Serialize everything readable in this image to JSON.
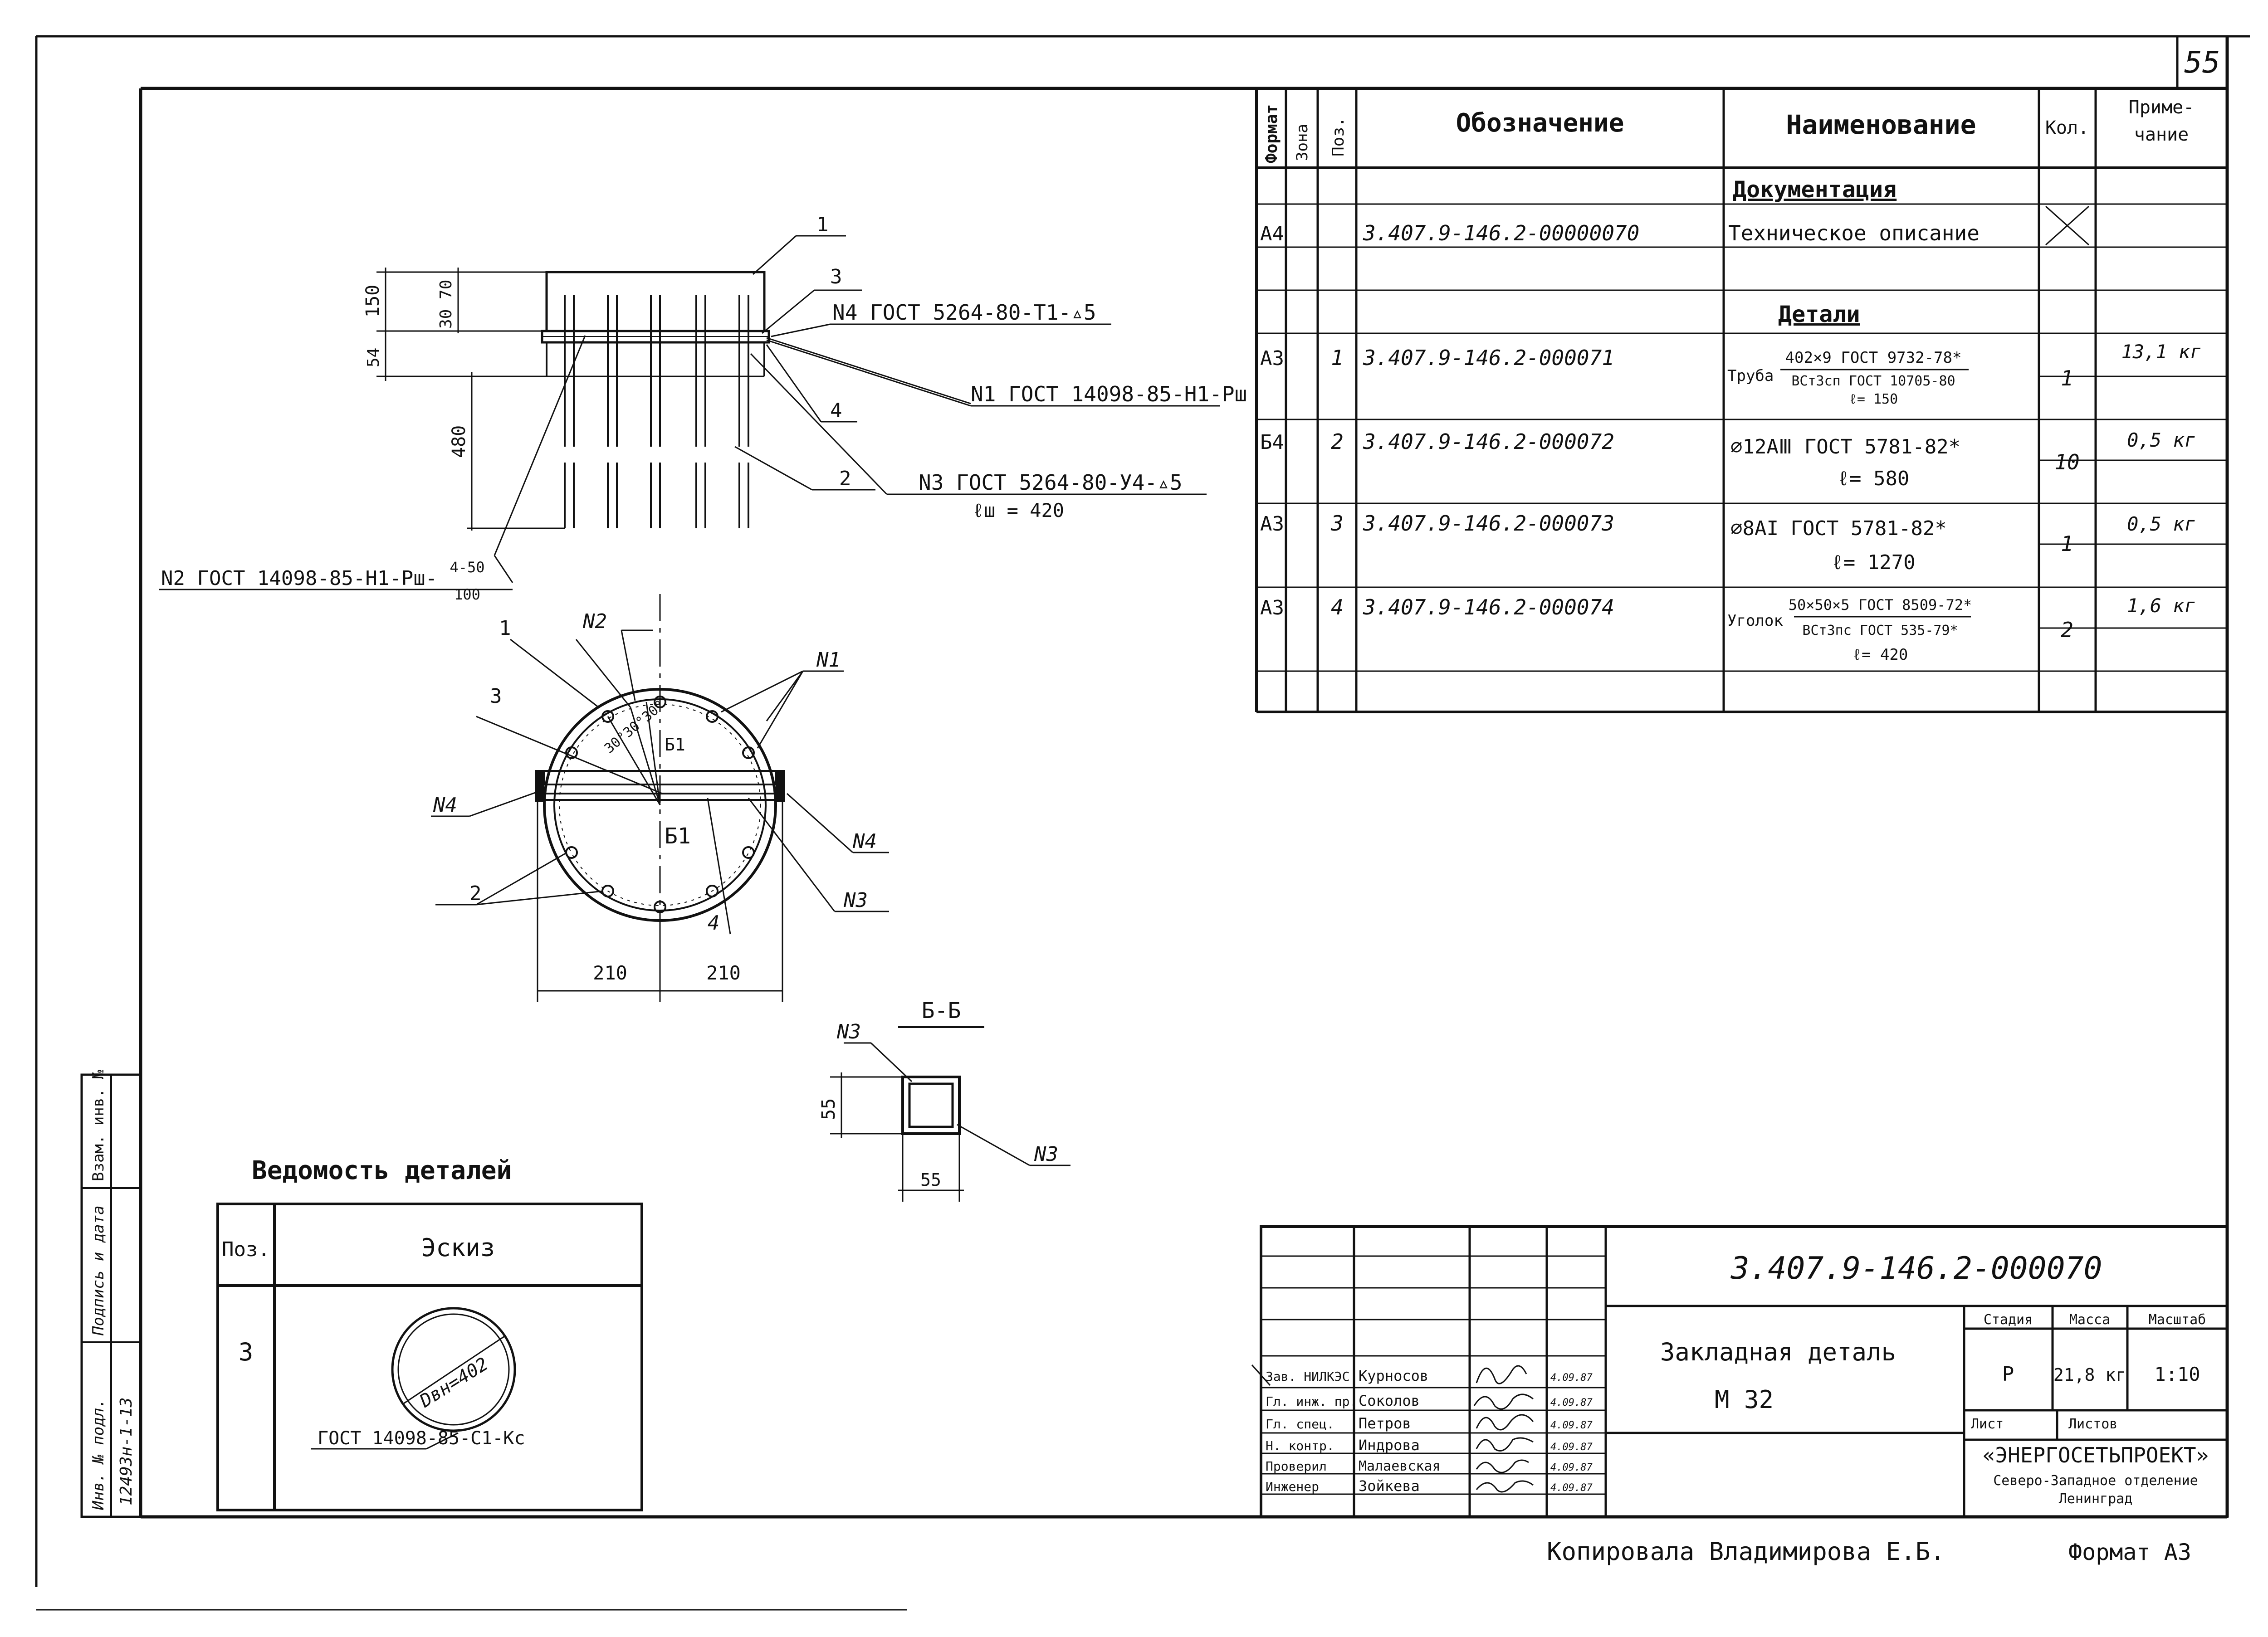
{
  "sheet_number": "55",
  "spec_table": {
    "headers": {
      "format": "Формат",
      "zone": "Зона",
      "pos": "Поз.",
      "designation": "Обозначение",
      "name": "Наименование",
      "qty": "Кол.",
      "note_line1": "Приме-",
      "note_line2": "чание"
    },
    "section_documentation": "Документация",
    "section_details": "Детали",
    "rows": [
      {
        "format": "А4",
        "pos": "",
        "designation": "3.407.9-146.2-00000070",
        "name": "Техническое описание",
        "qty": "",
        "note": ""
      },
      {
        "format": "А3",
        "pos": "1",
        "designation": "3.407.9-146.2-000071",
        "name_prefix": "Труба",
        "name_top": "402×9 ГОСТ 9732-78*",
        "name_bottom": "ВСт3сп ГОСТ 10705-80",
        "name_line3": "ℓ= 150",
        "qty": "1",
        "note": "13,1 кг"
      },
      {
        "format": "Б4",
        "pos": "2",
        "designation": "3.407.9-146.2-000072",
        "name": "⌀12АⅢ  ГОСТ 5781-82*",
        "name_line2": "ℓ= 580",
        "qty": "10",
        "note": "0,5 кг"
      },
      {
        "format": "А3",
        "pos": "3",
        "designation": "3.407.9-146.2-000073",
        "name": "⌀8АI  ГОСТ 5781-82*",
        "name_line2": "ℓ= 1270",
        "qty": "1",
        "note": "0,5 кг"
      },
      {
        "format": "А3",
        "pos": "4",
        "designation": "3.407.9-146.2-000074",
        "name_prefix": "Уголок",
        "name_top": "50×50×5 ГОСТ 8509-72*",
        "name_bottom": "ВСт3пс ГОСТ 535-79*",
        "name_line3": "ℓ= 420",
        "qty": "2",
        "note": "1,6 кг"
      }
    ]
  },
  "elevation": {
    "dims": {
      "d150": "150",
      "d3070": "30 70",
      "d54": "54",
      "d480": "480"
    },
    "callouts": {
      "c1": "1",
      "c3": "3",
      "c4": "4",
      "c2": "2",
      "n4": "N4 ГОСТ 5264-80-Т1-▵5",
      "n1": "N1 ГОСТ 14098-85-Н1-Рш",
      "n3": "N3 ГОСТ 5264-80-У4-▵5",
      "n3_sub": "ℓш = 420",
      "n2": "N2 ГОСТ 14098-85-Н1-Рш-",
      "n2_frac_top": "4-50",
      "n2_frac_bottom": "100"
    }
  },
  "plan": {
    "labels": {
      "c1": "1",
      "n2": "N2",
      "n1": "N1",
      "c3": "3",
      "b1_top": "Б1",
      "angles": "30°30°30°",
      "n4_left": "N4",
      "b1_bottom": "Б1",
      "n4_right": "N4",
      "c2": "2",
      "c4": "4",
      "n3": "N3",
      "dim_left": "210",
      "dim_right": "210"
    }
  },
  "section_bb": {
    "title": "Б-Б",
    "n3_top": "N3",
    "n3_bottom": "N3",
    "dim_height": "55",
    "dim_width": "55"
  },
  "details_sheet": {
    "title": "Ведомость деталей",
    "header_pos": "Поз.",
    "header_sketch": "Эскиз",
    "row_pos": "3",
    "diameter_label": "Dвн=402",
    "gost_label": "ГОСТ 14098-85-С1-Кс"
  },
  "title_block": {
    "code": "3.407.9-146.2-000070",
    "name_line1": "Закладная деталь",
    "name_line2": "М 32",
    "stage_h": "Стадия",
    "mass_h": "Масса",
    "scale_h": "Масштаб",
    "stage": "Р",
    "mass": "21,8 кг",
    "scale": "1:10",
    "sheet_h": "Лист",
    "sheets_h": "Листов",
    "org_name": "«ЭНЕРГОСЕТЬПРОЕКТ»",
    "org_line2": "Северо-Западное отделение",
    "org_line3": "Ленинград",
    "people": [
      {
        "role": "Зав. НИЛКЭС",
        "name": "Курносов",
        "date": "4.09.87"
      },
      {
        "role": "Гл. инж. пр.",
        "name": "Соколов",
        "date": "4.09.87"
      },
      {
        "role": "Гл. спец.",
        "name": "Петров",
        "date": "4.09.87"
      },
      {
        "role": "Н. контр.",
        "name": "Индрова",
        "date": "4.09.87"
      },
      {
        "role": "Проверил",
        "name": "Малаевская",
        "date": "4.09.87"
      },
      {
        "role": "Инженер",
        "name": "Зойкева",
        "date": "4.09.87"
      }
    ]
  },
  "left_margin": {
    "inv_orig": "Инв. № подл.",
    "sign_date": "Подпись и дата",
    "replace_inv": "Взам. инв. №",
    "inv_value": "12493н-1-13"
  },
  "footer": {
    "copied": "Копировала  Владимирова Е.Б.",
    "format": "Формат А3"
  }
}
